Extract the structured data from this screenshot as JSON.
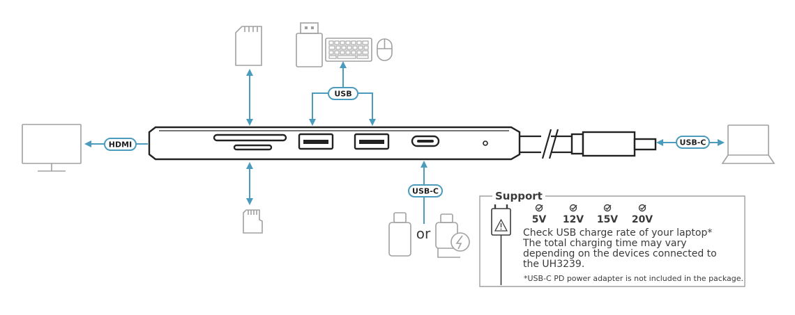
{
  "labels": {
    "hdmi": "HDMI",
    "usb": "USB",
    "usbc_power": "USB-C",
    "usbc_laptop": "USB-C",
    "or": "or"
  },
  "support": {
    "title": "Support",
    "voltages": [
      "5V",
      "12V",
      "15V",
      "20V"
    ],
    "lines": [
      "Check USB charge rate of your laptop*",
      "The total charging time may vary",
      "depending on the devices connected to",
      "the UH3239."
    ],
    "footnote": "*USB-C PD power adapter is not included in the package."
  },
  "colors": {
    "accent": "#4a9bbd",
    "device": "#222222",
    "peripheral": "#a0a0a0",
    "text": "#3a3a3a"
  },
  "icons": {
    "monitor": "monitor-icon",
    "sd_card": "sd-card-icon",
    "microsd": "microsd-card-icon",
    "usb_drive": "usb-flash-drive-icon",
    "keyboard": "keyboard-icon",
    "mouse": "mouse-icon",
    "usbc_plug": "usb-c-plug-icon",
    "charger": "power-adapter-icon",
    "laptop": "laptop-icon",
    "warning": "warning-icon",
    "check": "check-icon"
  }
}
